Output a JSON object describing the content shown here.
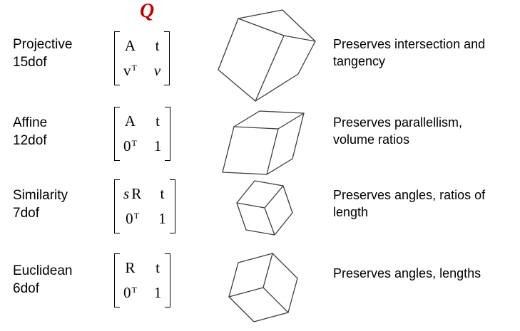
{
  "header": {
    "q_label": "Q",
    "q_color": "#c00000"
  },
  "rows": [
    {
      "name": "Projective",
      "dof": "15dof",
      "matrix": {
        "c11": "A",
        "c12": "t",
        "c21_base": "v",
        "c21_sup": "T",
        "c22": "v"
      },
      "description": "Preserves intersection and tangency",
      "shape_icon": "distorted-hexahedron-wireframe"
    },
    {
      "name": "Affine",
      "dof": "12dof",
      "matrix": {
        "c11": "A",
        "c12": "t",
        "c21_base": "0",
        "c21_sup": "T",
        "c22": "1"
      },
      "description": "Preserves parallellism, volume ratios",
      "shape_icon": "parallelepiped-wireframe"
    },
    {
      "name": "Similarity",
      "dof": "7dof",
      "matrix": {
        "c11_prefix": "s",
        "c11": "R",
        "c12": "t",
        "c21_base": "0",
        "c21_sup": "T",
        "c22": "1"
      },
      "description": "Preserves angles, ratios of length",
      "shape_icon": "rotated-cube-wireframe"
    },
    {
      "name": "Euclidean",
      "dof": "6dof",
      "matrix": {
        "c11": "R",
        "c12": "t",
        "c21_base": "0",
        "c21_sup": "T",
        "c22": "1"
      },
      "description": "Preserves angles, lengths",
      "shape_icon": "cube-wireframe"
    }
  ]
}
